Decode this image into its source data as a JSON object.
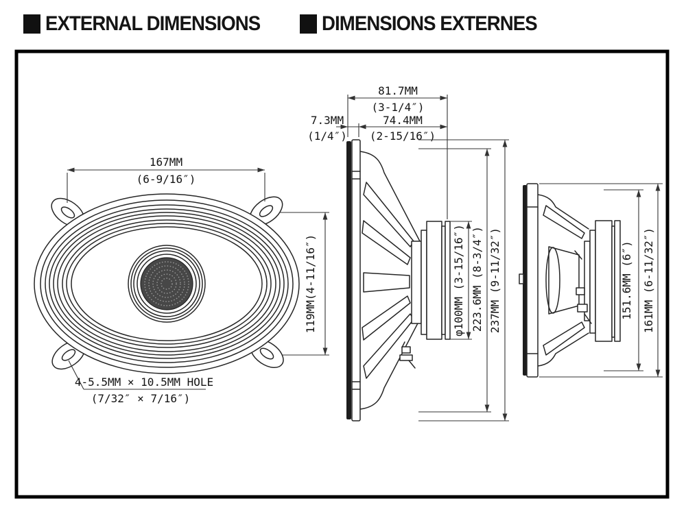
{
  "page": {
    "background": "#ffffff",
    "line_color": "#252525",
    "accent_color": "#111111"
  },
  "header": {
    "titles": [
      {
        "label": "EXTERNAL DIMENSIONS"
      },
      {
        "label": "DIMENSIONS EXTERNES"
      }
    ]
  },
  "diagram": {
    "front_view": {
      "width_mm": "167MM",
      "width_in": "(6-9/16″)",
      "height_label": "119MM(4-11/16″)",
      "hole_mm": "4-5.5MM × 10.5MM HOLE",
      "hole_in": "(7/32″ × 7/16″)"
    },
    "side_view": {
      "depth_mm": "81.7MM",
      "depth_in": "(3-1/4″)",
      "flange_mm": "7.3MM",
      "flange_in": "(1/4″)",
      "mount_mm": "74.4MM",
      "mount_in": "(2-15/16″)",
      "magnet_label": "φ100MM (3-15/16″)",
      "cutout_label": "223.6MM (8-3/4″)",
      "overall_label": "237MM (9-11/32″)"
    },
    "end_view": {
      "cutout_label": "151.6MM (6″)",
      "overall_label": "161MM (6-11/32″)"
    }
  }
}
